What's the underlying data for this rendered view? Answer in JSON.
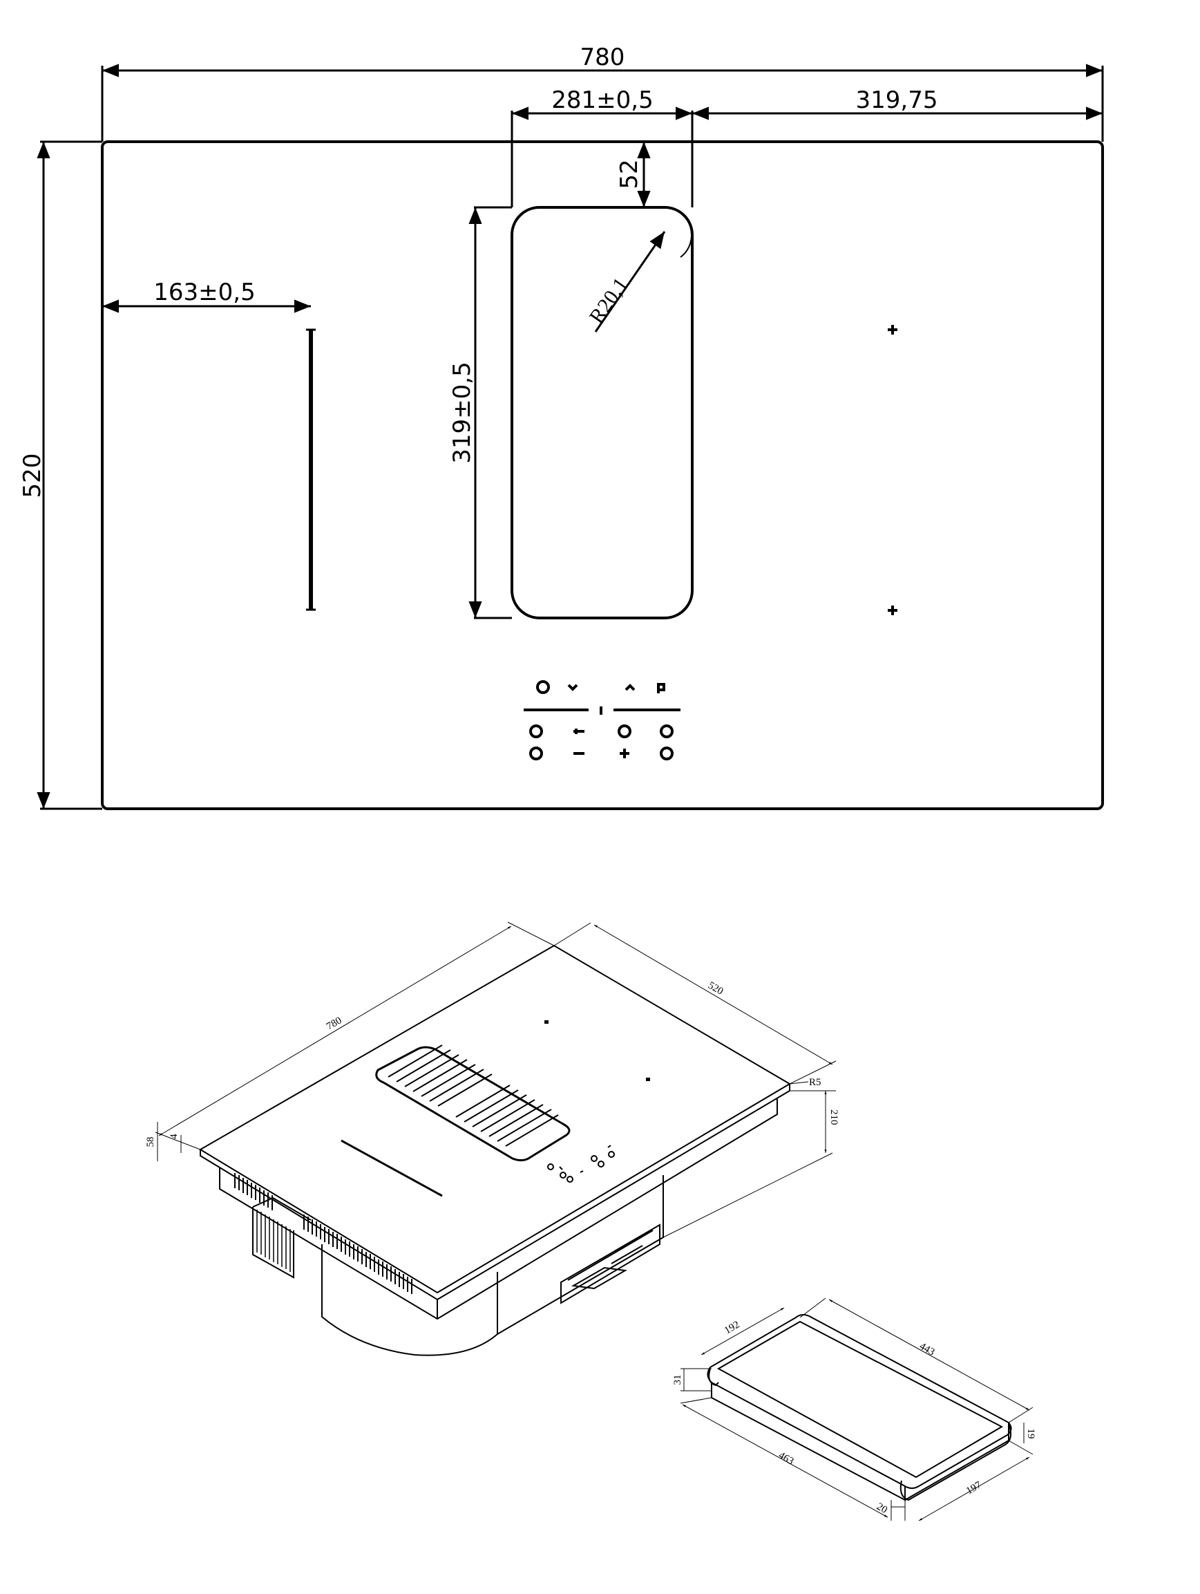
{
  "top_view": {
    "overall_width": "780",
    "overall_depth": "520",
    "cutout_width": "281±0,5",
    "right_offset": "319,75",
    "cutout_top_offset": "52",
    "cutout_depth": "319±0,5",
    "left_offset": "163±0,5",
    "corner_radius": "R20,1"
  },
  "iso_view": {
    "width": "780",
    "depth": "520",
    "height": "210",
    "glass_thickness": "4",
    "frame_height": "58",
    "corner_radius": "R5"
  },
  "tray_view": {
    "width": "192",
    "length": "443",
    "height": "31",
    "outer_length": "463",
    "outer_width": "197",
    "lip": "20",
    "handle_height": "19"
  }
}
